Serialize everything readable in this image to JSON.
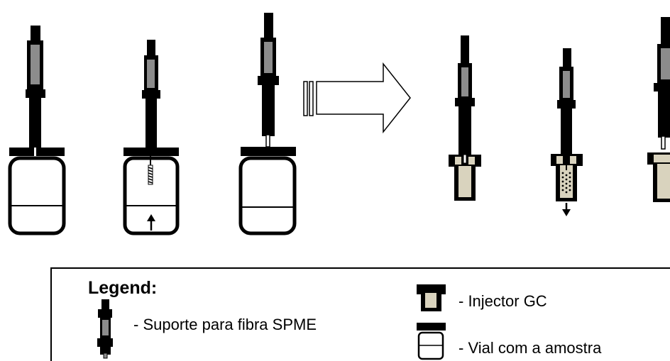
{
  "legend": {
    "title": "Legend:",
    "spme_holder_label": "- Suporte para fibra SPME",
    "gc_injector_label": "- Injector GC",
    "sample_vial_label": "- Vial com a amostra"
  },
  "colors": {
    "ink": "#000000",
    "plunger_gray": "#8c8c8c",
    "injector_liner": "#d9d3be",
    "background": "#ffffff"
  },
  "icons": [
    "spme-holder-icon",
    "gc-injector-icon",
    "sample-vial-icon",
    "process-arrow-icon",
    "fiber-coil-icon"
  ]
}
